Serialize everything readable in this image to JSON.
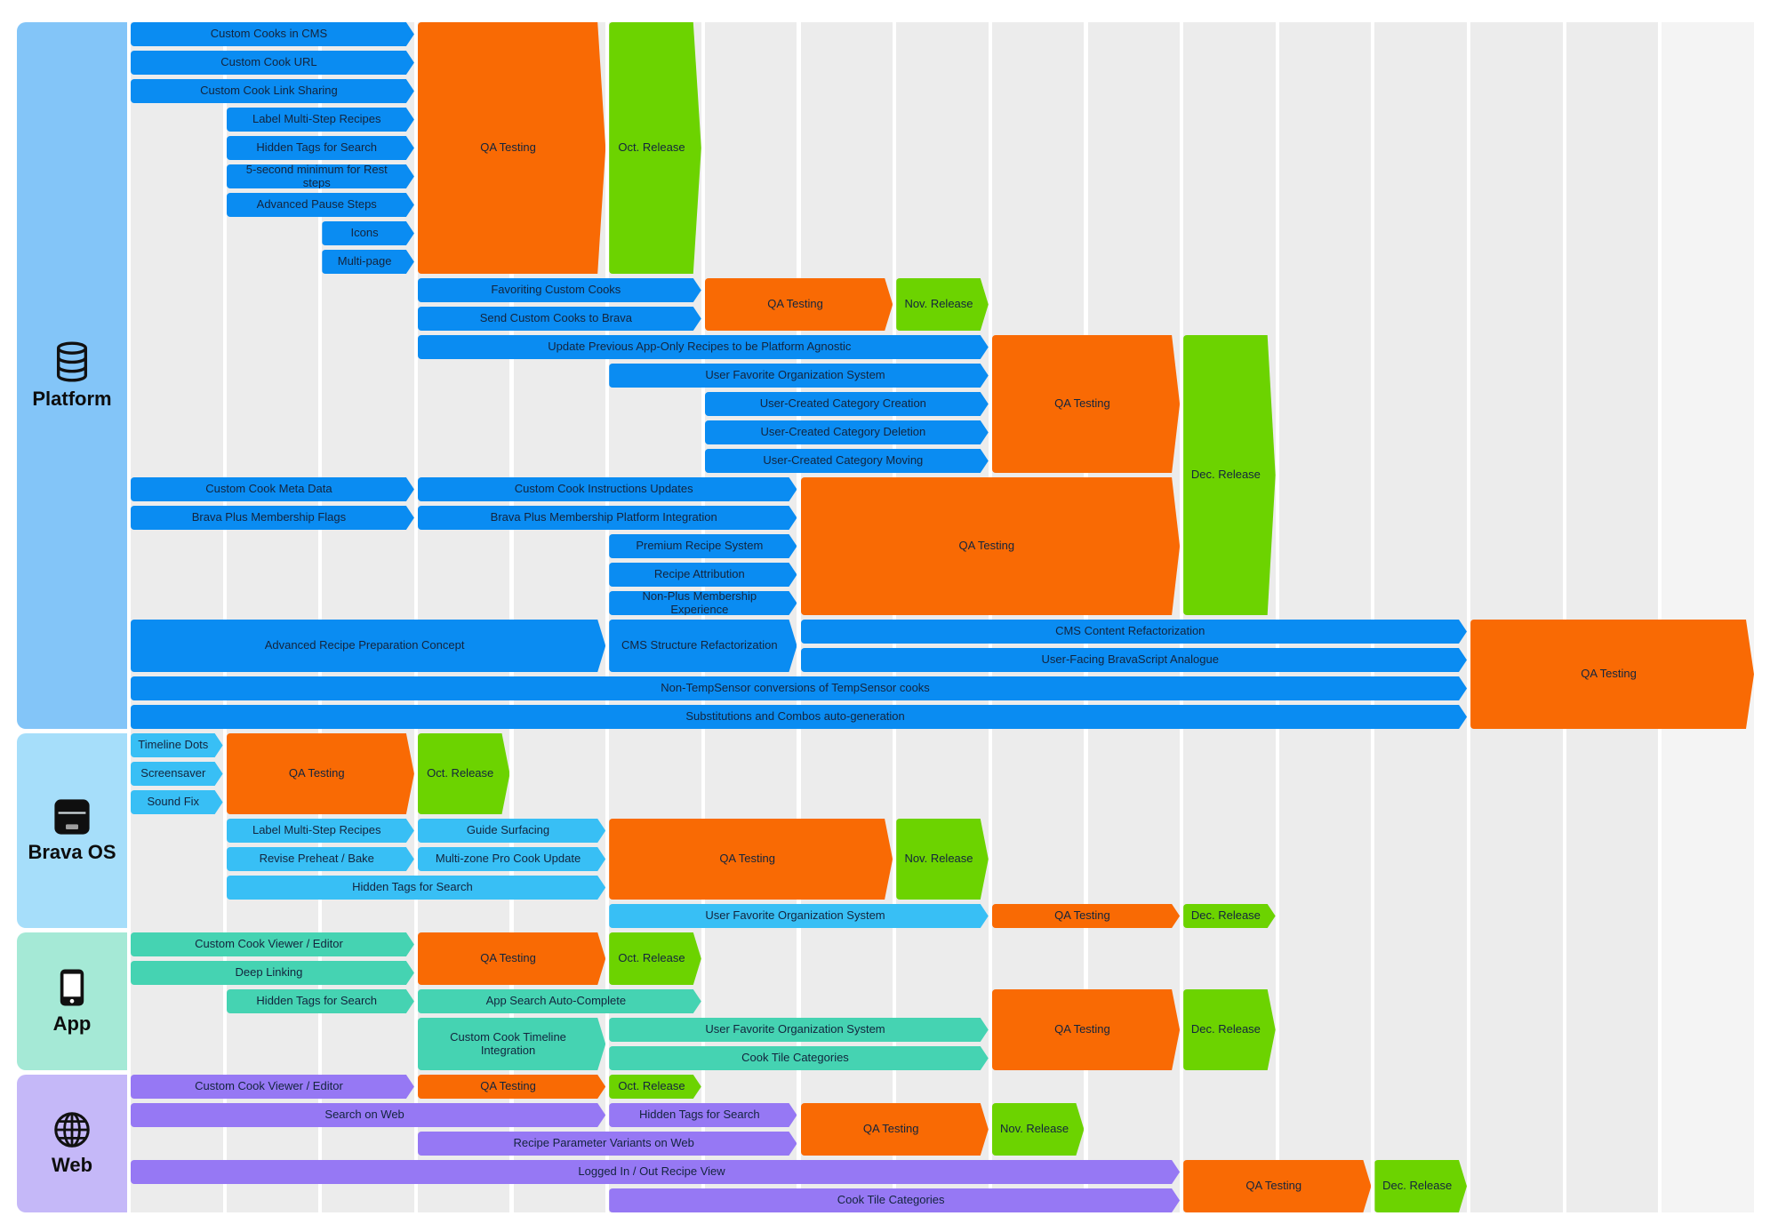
{
  "colors": {
    "qa": "#f96a04",
    "release": "#6cd300",
    "grid": "#ececec",
    "text": "#13243d"
  },
  "sections": [
    {
      "name": "Platform",
      "icon": "database-icon",
      "panel_color": "#83c5f8",
      "bar_color": "#0a8cf2",
      "items": [
        "Custom Cooks in CMS",
        "Custom Cook URL",
        "Custom Cook Link Sharing",
        "Label Multi-Step Recipes",
        "Hidden Tags for Search",
        "5-second minimum for Rest steps",
        "Advanced Pause Steps",
        "Icons",
        "Multi-page",
        "QA Testing",
        "Oct. Release",
        "Favoriting Custom Cooks",
        "Send Custom Cooks to Brava",
        "QA Testing",
        "Nov. Release",
        "Update Previous App-Only Recipes to be Platform Agnostic",
        "User Favorite Organization System",
        "User-Created Category Creation",
        "User-Created Category Deletion",
        "User-Created Category Moving",
        "QA Testing",
        "Dec. Release",
        "Custom Cook Meta Data",
        "Custom Cook Instructions Updates",
        "Brava Plus Membership Flags",
        "Brava Plus Membership Platform Integration",
        "Premium Recipe System",
        "Recipe Attribution",
        "Non-Plus Membership Experience",
        "QA Testing",
        "Advanced Recipe Preparation Concept",
        "CMS Structure Refactorization",
        "CMS Content Refactorization",
        "User-Facing BravaScript Analogue",
        "Non-TempSensor conversions of TempSensor cooks",
        "Substitutions and Combos auto-generation",
        "QA Testing"
      ]
    },
    {
      "name": "Brava OS",
      "icon": "oven-device-icon",
      "panel_color": "#a6defa",
      "bar_color": "#38bff5",
      "items": [
        "Timeline Dots",
        "Screensaver",
        "Sound Fix",
        "QA Testing",
        "Oct. Release",
        "Label Multi-Step Recipes",
        "Guide Surfacing",
        "Revise Preheat / Bake",
        "Multi-zone Pro Cook Update",
        "Hidden Tags for Search",
        "QA Testing",
        "Nov. Release",
        "User Favorite Organization System",
        "QA Testing",
        "Dec. Release"
      ]
    },
    {
      "name": "App",
      "icon": "smartphone-icon",
      "panel_color": "#a5e9d6",
      "bar_color": "#45d3b2",
      "items": [
        "Custom Cook Viewer / Editor",
        "Deep Linking",
        "QA Testing",
        "Oct. Release",
        "Hidden Tags for Search",
        "App Search Auto-Complete",
        "Custom Cook Timeline Integration",
        "User Favorite Organization System",
        "Cook Tile Categories",
        "QA Testing",
        "Dec. Release"
      ]
    },
    {
      "name": "Web",
      "icon": "globe-icon",
      "panel_color": "#c5b8f8",
      "bar_color": "#9678f4",
      "items": [
        "Custom Cook Viewer / Editor",
        "QA Testing",
        "Oct. Release",
        "Search on Web",
        "Hidden Tags for Search",
        "Recipe Parameter Variants on Web",
        "QA Testing",
        "Nov. Release",
        "Logged In / Out Recipe View",
        "Cook Tile Categories",
        "QA Testing",
        "Dec. Release"
      ]
    }
  ]
}
